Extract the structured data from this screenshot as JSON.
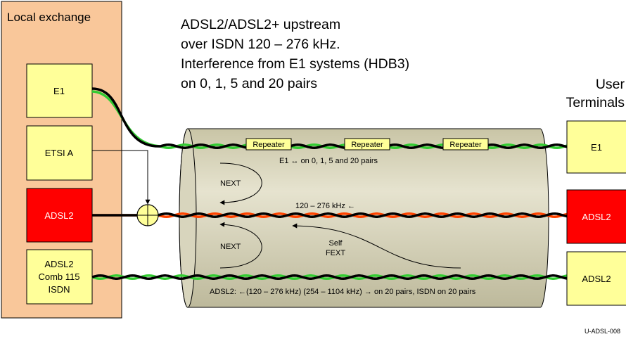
{
  "exchange": {
    "title": "Local exchange",
    "boxes": [
      {
        "lines": [
          "E1"
        ],
        "fill": "#ffff99"
      },
      {
        "lines": [
          "ETSI A"
        ],
        "fill": "#ffff99"
      },
      {
        "lines": [
          "ADSL2"
        ],
        "fill": "#ff0000"
      },
      {
        "lines": [
          "ADSL2",
          "Comb 115",
          "ISDN"
        ],
        "fill": "#ffff99"
      }
    ]
  },
  "heading": [
    "ADSL2/ADSL2+ upstream",
    "over ISDN 120 – 276 kHz.",
    "Interference from E1 systems (HDB3)",
    "on 0, 1, 5 and 20 pairs"
  ],
  "terminals": {
    "title": [
      "User",
      "Terminals"
    ],
    "boxes": [
      {
        "label": "E1",
        "fill": "#ffff99"
      },
      {
        "label": "ADSL2",
        "fill": "#ff0000"
      },
      {
        "label": "ADSL2",
        "fill": "#ffff99"
      }
    ]
  },
  "cable": {
    "repeater_label": "Repeater",
    "e1_caption": "E1 ↔ on 0, 1, 5 and 20 pairs",
    "mid_caption": "120 – 276 kHz ←",
    "bottom_caption": "ADSL2: ←(120 – 276 kHz) (254 – 1104 kHz) → on 20 pairs, ISDN on 20 pairs",
    "next_upper": "NEXT",
    "next_lower": "NEXT",
    "self_fext": [
      "Self",
      "FEXT"
    ]
  },
  "footer_id": "U-ADSL-008",
  "colors": {
    "exchange_fill": "#f9c79a",
    "cable_fill": "#d3cfb2",
    "wire_green": "#33cc33",
    "wire_orange": "#ff4400",
    "box_yellow": "#ffff99",
    "box_red": "#ff0000"
  }
}
